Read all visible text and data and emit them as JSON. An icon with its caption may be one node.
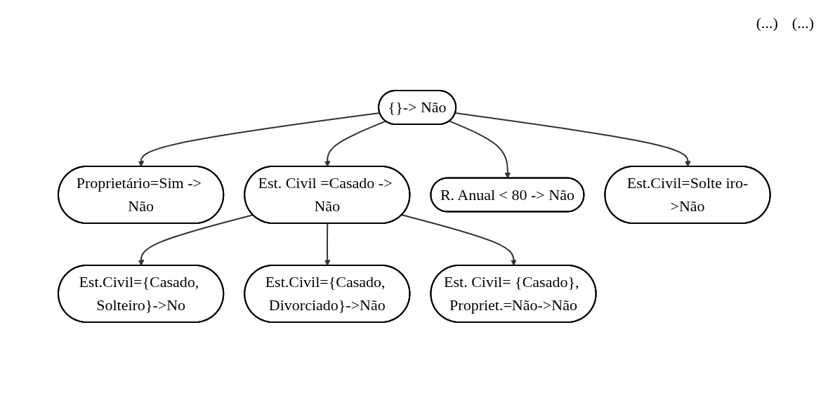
{
  "diagram": {
    "nodes": [
      {
        "text": [
          "{}-> Não"
        ]
      },
      {
        "text": [
          "Proprietário=Sim -> Não"
        ]
      },
      {
        "text": [
          "Est. Civil =Casado -> Não"
        ]
      },
      {
        "text": [
          "R. Anual < 80 -> Não"
        ]
      },
      {
        "text": [
          "Est.Civil=Solte iro->Não"
        ]
      },
      {
        "text": [
          "Est.Civil={Casado, Solteiro}->No"
        ]
      },
      {
        "text": [
          "Est.Civil={Casado, Divorciado}->Não"
        ]
      },
      {
        "text": [
          "Est. Civil= {Casado}, Propriet.=Não->Não"
        ]
      }
    ],
    "edges": [
      {
        "from": 0,
        "to": 1,
        "arrow": "to"
      },
      {
        "from": 0,
        "to": 2,
        "arrow": "to"
      },
      {
        "from": 0,
        "to": 3,
        "arrow": "to"
      },
      {
        "from": 0,
        "to": 4,
        "arrow": "to"
      },
      {
        "from": 2,
        "to": 5,
        "arrow": "to"
      },
      {
        "from": 2,
        "to": 6,
        "arrow": "to"
      },
      {
        "from": 2,
        "to": 7,
        "arrow": "to"
      }
    ],
    "labels": [
      "(...)",
      "(...)"
    ]
  }
}
